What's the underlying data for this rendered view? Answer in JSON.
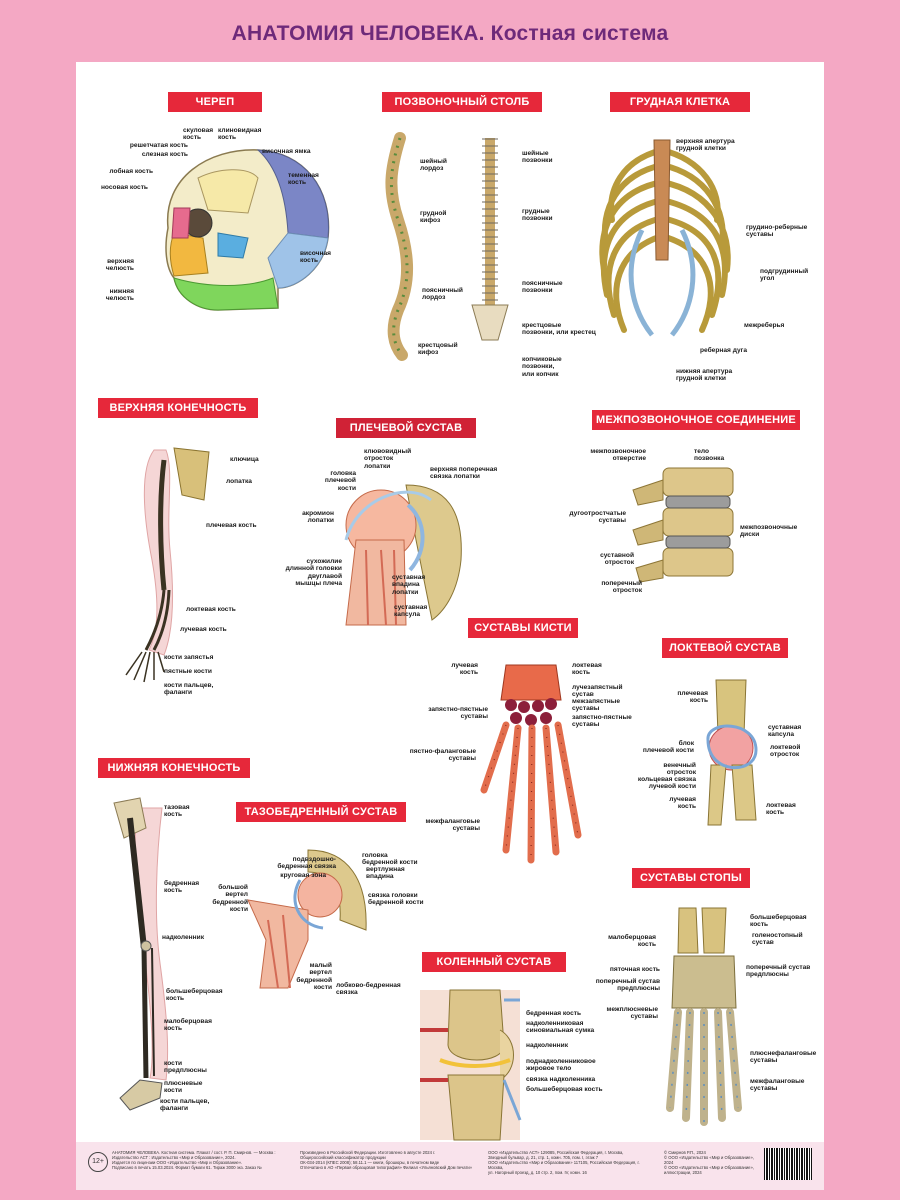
{
  "title": "АНАТОМИЯ ЧЕЛОВЕКА. Костная система",
  "sections": {
    "skull": {
      "title": "ЧЕРЕП",
      "labels": [
        "скуловая\nкость",
        "клиновидная\nкость",
        "решетчатая кость",
        "слезная кость",
        "лобная кость",
        "носовая кость",
        "височная ямка",
        "теменная\nкость",
        "височная\nкость",
        "верхняя\nчелюсть",
        "нижняя\nчелюсть"
      ]
    },
    "spine": {
      "title": "ПОЗВОНОЧНЫЙ СТОЛБ",
      "labels": [
        "шейный\nлордоз",
        "грудной\nкифоз",
        "поясничный\nлордоз",
        "крестцовый\nкифоз",
        "шейные\nпозвонки",
        "грудные\nпозвонки",
        "поясничные\nпозвонки",
        "крестцовые\nпозвонки, или крестец",
        "копчиковые\nпозвонки,\nили копчик"
      ]
    },
    "chest": {
      "title": "ГРУДНАЯ КЛЕТКА",
      "labels": [
        "верхняя апертура\nгрудной клетки",
        "грудино-реберные\nсуставы",
        "подгрудинный\nугол",
        "межреберья",
        "реберная дуга",
        "нижняя апертура\nгрудной клетки"
      ]
    },
    "upper_limb": {
      "title": "ВЕРХНЯЯ КОНЕЧНОСТЬ",
      "labels": [
        "ключица",
        "лопатка",
        "плечевая кость",
        "локтевая кость",
        "лучевая кость",
        "кости запястья",
        "пястные кости",
        "кости пальцев,\nфаланги"
      ]
    },
    "shoulder": {
      "title": "ПЛЕЧЕВОЙ СУСТАВ",
      "labels": [
        "клювовидный\nотросток\nлопатки",
        "головка\nплечевой\nкости",
        "верхняя поперечная\nсвязка лопатки",
        "акромион\nлопатки",
        "сухожилие\nдлинной головки\nдвуглавой\nмышцы плеча",
        "суставная\nвпадина\nлопатки",
        "суставная\nкапсула"
      ]
    },
    "intervertebral": {
      "title": "МЕЖПОЗВОНОЧНОЕ СОЕДИНЕНИЕ",
      "labels": [
        "межпозвоночное\nотверстие",
        "тело\nпозвонка",
        "дугоотростчатые\nсуставы",
        "межпозвоночные\nдиски",
        "суставной\nотросток",
        "поперечный\nотросток"
      ]
    },
    "hand": {
      "title": "СУСТАВЫ КИСТИ",
      "labels": [
        "лучевая\nкость",
        "локтевая\nкость",
        "лучезапястный\nсустав",
        "межзапястные\nсуставы",
        "запястно-пястные\nсуставы",
        "запястно-пястные\nсуставы",
        "пястно-фаланговые\nсуставы",
        "межфаланговые\nсуставы"
      ]
    },
    "elbow": {
      "title": "ЛОКТЕВОЙ СУСТАВ",
      "labels": [
        "плечевая\nкость",
        "суставная\nкапсула",
        "блок\nплечевой кости",
        "венечный\nотросток",
        "локтевой\nотросток",
        "кольцевая связка\nлучевой кости",
        "лучевая\nкость",
        "локтевая\nкость"
      ]
    },
    "lower_limb": {
      "title": "НИЖНЯЯ КОНЕЧНОСТЬ",
      "labels": [
        "тазовая\nкость",
        "бедренная\nкость",
        "надколенник",
        "большеберцовая\nкость",
        "малоберцовая\nкость",
        "кости\nпредплюсны",
        "плюсневые\nкости",
        "кости пальцев,\nфаланги"
      ]
    },
    "hip": {
      "title": "ТАЗОБЕДРЕННЫЙ СУСТАВ",
      "labels": [
        "подвздошно-\nбедренная связка",
        "круговая зона",
        "большой\nвертел\nбедренной\nкости",
        "головка\nбедренной кости",
        "вертлужная\nвпадина",
        "связка головки\nбедренной кости",
        "малый\nвертел\nбедренной\nкости",
        "лобково-бедренная\nсвязка"
      ]
    },
    "knee": {
      "title": "КОЛЕННЫЙ СУСТАВ",
      "labels": [
        "бедренная кость",
        "надколенниковая\nсиновиальная сумка",
        "надколенник",
        "поднадколенниковое\nжировое тело",
        "связка надколенника",
        "большеберцовая кость"
      ]
    },
    "foot": {
      "title": "СУСТАВЫ СТОПЫ",
      "labels": [
        "малоберцовая\nкость",
        "большеберцовая\nкость",
        "голеностопный\nсустав",
        "пяточная кость",
        "поперечный сустав\nпредплюсны",
        "поперечный сустав\nпредплюсны",
        "межплюсневые\nсуставы",
        "плюснефаланговые\nсуставы",
        "межфаланговые\nсуставы"
      ]
    }
  },
  "footer": {
    "age": "12+",
    "col1": "АНАТОМИЯ ЧЕЛОВЕКА. Костная система. Плакат / сост. Р. П. Смирнов. — Москва :\nИздательство АСТ : Издательство «Мир и Образование», 2024.\nИздается по лицензии ООО «Издательство «Мир и Образование».\nПодписано в печать 15.03.2024. Формат бумаги 61. Тираж 3000 экз. Заказ №",
    "col2": "Произведено в Российской Федерации. Изготовлено в августе 2024 г.\nОбщероссийский классификатор продукции\nОК-034-2014 (КПЕС 2008); 58.11.1 — книги, брошюры, в печатном виде\nОтпечатано в АО «Первая образцовая типография» Филиал «Ульяновский Дом печати»",
    "col3": "ООО «Издательство АСТ» 129085, Российская Федерация, г. Москва,\nЗвездный бульвар, д. 21, стр. 1, комн. 705, пом. I, этаж 7\nООО «Издательство «Мир и Образование» 117105, Российская Федерация, г. Москва,\nул. Нагорный проезд, д. 10 стр. 2, пом. IV, комн. 16",
    "col4": "© Смирнов Р.П., 2024\n© ООО «Издательство «Мир и Образование», 2024\n© ООО «Издательство «Мир и Образование»,\nиллюстрации, 2024"
  }
}
